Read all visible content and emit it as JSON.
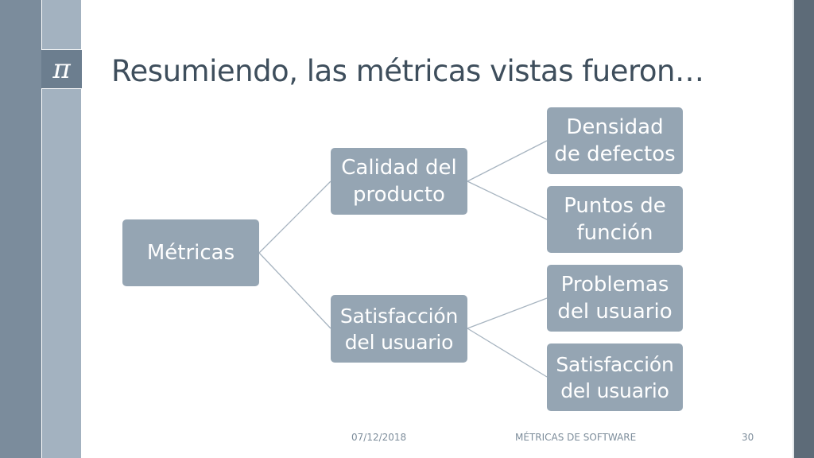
{
  "slide": {
    "icon": "pi-icon",
    "icon_glyph": "π",
    "title": "Resumiendo, las métricas vistas fueron…"
  },
  "diagram": {
    "root": "Métricas",
    "branches": [
      {
        "label": "Calidad del\nproducto",
        "children": [
          "Densidad\nde defectos",
          "Puntos de\nfunción"
        ]
      },
      {
        "label": "Satisfacción\ndel usuario",
        "children": [
          "Problemas\ndel usuario",
          "Satisfacción\ndel usuario"
        ]
      }
    ]
  },
  "footer": {
    "date": "07/12/2018",
    "subject": "MÉTRICAS DE SOFTWARE",
    "page": "30"
  },
  "colors": {
    "node_fill": "#95a5b3",
    "connector": "#a7b4c0",
    "title_text": "#3e4e5c"
  }
}
